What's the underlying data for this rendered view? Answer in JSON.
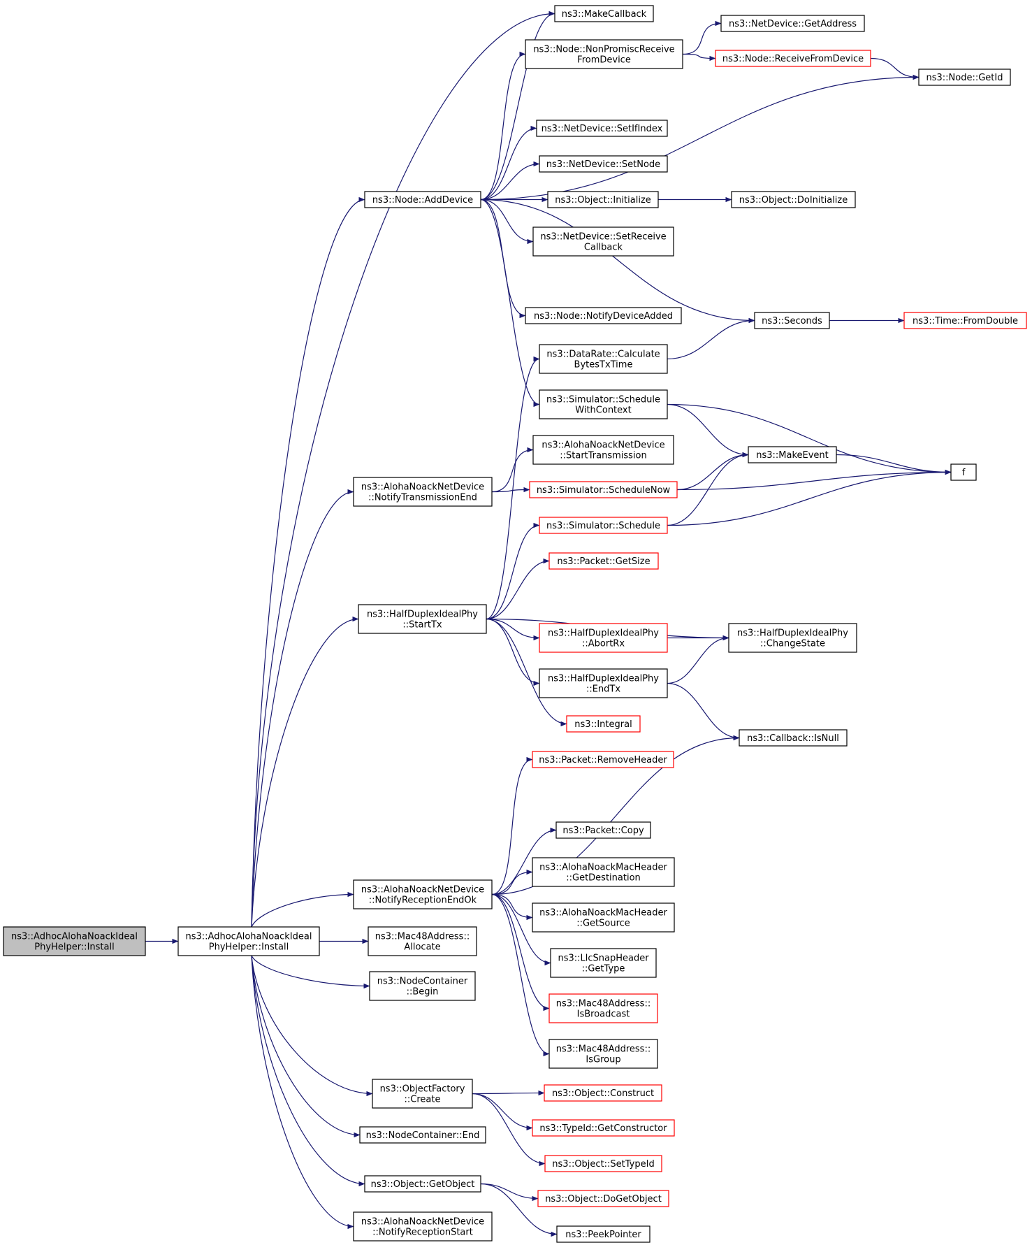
{
  "colors": {
    "edge": "#191970",
    "red_border": "#ff0000",
    "root_fill": "#bfbfbf"
  },
  "nodes": [
    {
      "id": "root",
      "lines": [
        "ns3::AdhocAlohaNoackIdeal",
        "PhyHelper::Install"
      ],
      "style": "root"
    },
    {
      "id": "install",
      "lines": [
        "ns3::AdhocAlohaNoackIdeal",
        "PhyHelper::Install"
      ]
    },
    {
      "id": "makecallback",
      "lines": [
        "ns3::MakeCallback"
      ]
    },
    {
      "id": "nonpromisc",
      "lines": [
        "ns3::Node::NonPromiscReceive",
        "FromDevice"
      ]
    },
    {
      "id": "getaddress",
      "lines": [
        "ns3::NetDevice::GetAddress"
      ]
    },
    {
      "id": "receivefromdevice",
      "lines": [
        "ns3::Node::ReceiveFromDevice"
      ],
      "style": "red"
    },
    {
      "id": "getid",
      "lines": [
        "ns3::Node::GetId"
      ]
    },
    {
      "id": "setifindex",
      "lines": [
        "ns3::NetDevice::SetIfIndex"
      ]
    },
    {
      "id": "setnode",
      "lines": [
        "ns3::NetDevice::SetNode"
      ]
    },
    {
      "id": "adddevice",
      "lines": [
        "ns3::Node::AddDevice"
      ]
    },
    {
      "id": "initialize",
      "lines": [
        "ns3::Object::Initialize"
      ]
    },
    {
      "id": "doinitialize",
      "lines": [
        "ns3::Object::DoInitialize"
      ]
    },
    {
      "id": "setreceive",
      "lines": [
        "ns3::NetDevice::SetReceive",
        "Callback"
      ]
    },
    {
      "id": "notifydeviceadded",
      "lines": [
        "ns3::Node::NotifyDeviceAdded"
      ]
    },
    {
      "id": "seconds",
      "lines": [
        "ns3::Seconds"
      ]
    },
    {
      "id": "fromdouble",
      "lines": [
        "ns3::Time::FromDouble"
      ],
      "style": "red"
    },
    {
      "id": "calcbytes",
      "lines": [
        "ns3::DataRate::Calculate",
        "BytesTxTime"
      ]
    },
    {
      "id": "schedwithctx",
      "lines": [
        "ns3::Simulator::Schedule",
        "WithContext"
      ]
    },
    {
      "id": "starttransmission",
      "lines": [
        "ns3::AlohaNoackNetDevice",
        "::StartTransmission"
      ]
    },
    {
      "id": "makeevent",
      "lines": [
        "ns3::MakeEvent"
      ]
    },
    {
      "id": "f",
      "lines": [
        "f"
      ]
    },
    {
      "id": "notifytxend",
      "lines": [
        "ns3::AlohaNoackNetDevice",
        "::NotifyTransmissionEnd"
      ]
    },
    {
      "id": "schednow",
      "lines": [
        "ns3::Simulator::ScheduleNow"
      ],
      "style": "red"
    },
    {
      "id": "schedule",
      "lines": [
        "ns3::Simulator::Schedule"
      ],
      "style": "red"
    },
    {
      "id": "getsize",
      "lines": [
        "ns3::Packet::GetSize"
      ],
      "style": "red"
    },
    {
      "id": "starttx",
      "lines": [
        "ns3::HalfDuplexIdealPhy",
        "::StartTx"
      ]
    },
    {
      "id": "changestate",
      "lines": [
        "ns3::HalfDuplexIdealPhy",
        "::ChangeState"
      ]
    },
    {
      "id": "abortrx",
      "lines": [
        "ns3::HalfDuplexIdealPhy",
        "::AbortRx"
      ],
      "style": "red"
    },
    {
      "id": "endtx",
      "lines": [
        "ns3::HalfDuplexIdealPhy",
        "::EndTx"
      ]
    },
    {
      "id": "integral",
      "lines": [
        "ns3::Integral"
      ],
      "style": "red"
    },
    {
      "id": "isnull",
      "lines": [
        "ns3::Callback::IsNull"
      ]
    },
    {
      "id": "removeheader",
      "lines": [
        "ns3::Packet::RemoveHeader"
      ],
      "style": "red"
    },
    {
      "id": "copy",
      "lines": [
        "ns3::Packet::Copy"
      ]
    },
    {
      "id": "notifyrxendok",
      "lines": [
        "ns3::AlohaNoackNetDevice",
        "::NotifyReceptionEndOk"
      ]
    },
    {
      "id": "getdestination",
      "lines": [
        "ns3::AlohaNoackMacHeader",
        "::GetDestination"
      ]
    },
    {
      "id": "getsource",
      "lines": [
        "ns3::AlohaNoackMacHeader",
        "::GetSource"
      ]
    },
    {
      "id": "allocate",
      "lines": [
        "ns3::Mac48Address::",
        "Allocate"
      ]
    },
    {
      "id": "gettype",
      "lines": [
        "ns3::LlcSnapHeader",
        "::GetType"
      ]
    },
    {
      "id": "begin",
      "lines": [
        "ns3::NodeContainer",
        "::Begin"
      ]
    },
    {
      "id": "isbroadcast",
      "lines": [
        "ns3::Mac48Address::",
        "IsBroadcast"
      ],
      "style": "red"
    },
    {
      "id": "isgroup",
      "lines": [
        "ns3::Mac48Address::",
        "IsGroup"
      ]
    },
    {
      "id": "create",
      "lines": [
        "ns3::ObjectFactory",
        "::Create"
      ]
    },
    {
      "id": "construct",
      "lines": [
        "ns3::Object::Construct"
      ],
      "style": "red"
    },
    {
      "id": "getconstructor",
      "lines": [
        "ns3::TypeId::GetConstructor"
      ],
      "style": "red"
    },
    {
      "id": "end",
      "lines": [
        "ns3::NodeContainer::End"
      ]
    },
    {
      "id": "settypeid",
      "lines": [
        "ns3::Object::SetTypeId"
      ],
      "style": "red"
    },
    {
      "id": "getobject",
      "lines": [
        "ns3::Object::GetObject"
      ]
    },
    {
      "id": "dogetobject",
      "lines": [
        "ns3::Object::DoGetObject"
      ],
      "style": "red"
    },
    {
      "id": "notifyrxstart",
      "lines": [
        "ns3::AlohaNoackNetDevice",
        "::NotifyReceptionStart"
      ]
    },
    {
      "id": "peekpointer",
      "lines": [
        "ns3::PeekPointer"
      ]
    }
  ],
  "edges": [
    [
      "root",
      "install"
    ],
    [
      "install",
      "makecallback"
    ],
    [
      "install",
      "adddevice"
    ],
    [
      "install",
      "notifytxend"
    ],
    [
      "install",
      "starttx"
    ],
    [
      "install",
      "notifyrxendok"
    ],
    [
      "install",
      "allocate"
    ],
    [
      "install",
      "begin"
    ],
    [
      "install",
      "create"
    ],
    [
      "install",
      "end"
    ],
    [
      "install",
      "getobject"
    ],
    [
      "install",
      "notifyrxstart"
    ],
    [
      "adddevice",
      "makecallback"
    ],
    [
      "adddevice",
      "nonpromisc"
    ],
    [
      "adddevice",
      "getid"
    ],
    [
      "adddevice",
      "setifindex"
    ],
    [
      "adddevice",
      "setnode"
    ],
    [
      "adddevice",
      "initialize"
    ],
    [
      "adddevice",
      "setreceive"
    ],
    [
      "adddevice",
      "notifydeviceadded"
    ],
    [
      "adddevice",
      "seconds"
    ],
    [
      "adddevice",
      "schedwithctx"
    ],
    [
      "nonpromisc",
      "getaddress"
    ],
    [
      "nonpromisc",
      "receivefromdevice"
    ],
    [
      "receivefromdevice",
      "getid"
    ],
    [
      "initialize",
      "doinitialize"
    ],
    [
      "seconds",
      "fromdouble"
    ],
    [
      "calcbytes",
      "seconds"
    ],
    [
      "schedwithctx",
      "makeevent"
    ],
    [
      "schedwithctx",
      "f"
    ],
    [
      "makeevent",
      "f"
    ],
    [
      "notifytxend",
      "starttransmission"
    ],
    [
      "notifytxend",
      "schednow"
    ],
    [
      "schednow",
      "makeevent"
    ],
    [
      "schednow",
      "f"
    ],
    [
      "schedule",
      "makeevent"
    ],
    [
      "schedule",
      "f"
    ],
    [
      "starttx",
      "calcbytes"
    ],
    [
      "starttx",
      "schedule"
    ],
    [
      "starttx",
      "getsize"
    ],
    [
      "starttx",
      "changestate"
    ],
    [
      "starttx",
      "abortrx"
    ],
    [
      "starttx",
      "endtx"
    ],
    [
      "starttx",
      "integral"
    ],
    [
      "abortrx",
      "changestate"
    ],
    [
      "endtx",
      "changestate"
    ],
    [
      "endtx",
      "isnull"
    ],
    [
      "notifyrxendok",
      "removeheader"
    ],
    [
      "notifyrxendok",
      "isnull"
    ],
    [
      "notifyrxendok",
      "copy"
    ],
    [
      "notifyrxendok",
      "getdestination"
    ],
    [
      "notifyrxendok",
      "getsource"
    ],
    [
      "notifyrxendok",
      "gettype"
    ],
    [
      "notifyrxendok",
      "isbroadcast"
    ],
    [
      "notifyrxendok",
      "isgroup"
    ],
    [
      "create",
      "construct"
    ],
    [
      "create",
      "getconstructor"
    ],
    [
      "create",
      "settypeid"
    ],
    [
      "getobject",
      "dogetobject"
    ],
    [
      "getobject",
      "peekpointer"
    ]
  ]
}
